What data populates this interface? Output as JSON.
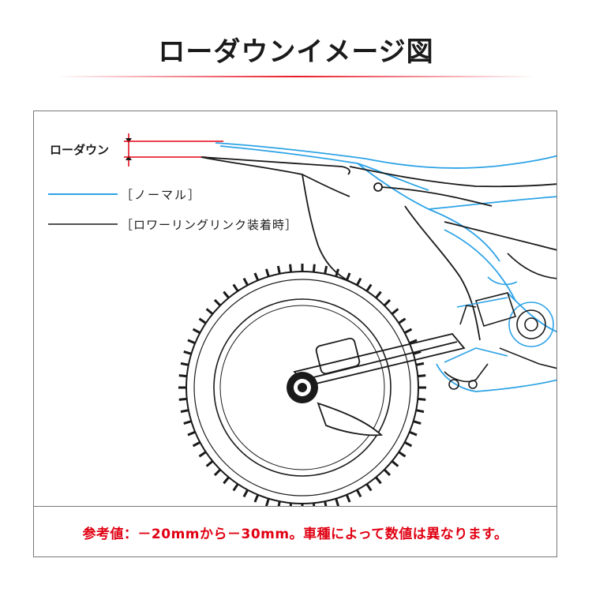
{
  "title": "ローダウンイメージ図",
  "labels": {
    "lowdown": "ローダウン",
    "normal": "［ノーマル］",
    "lowering": "［ロワーリングリンク装着時］"
  },
  "note": "参考値：－20mmから－30mm。車種によって数値は異なります。",
  "colors": {
    "accent_red": "#e60012",
    "normal_line": "#2ea3e6",
    "lowered_line": "#1a1a1a"
  }
}
